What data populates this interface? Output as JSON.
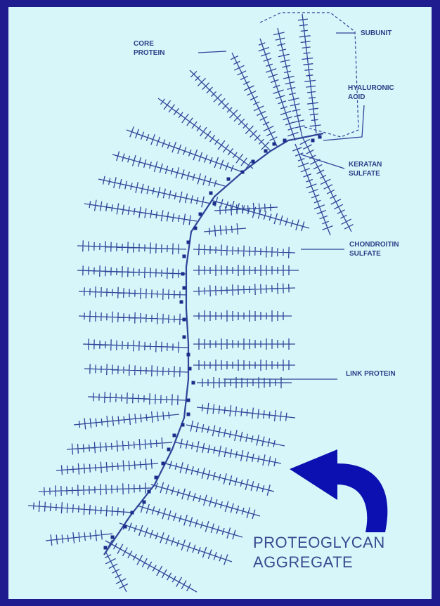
{
  "labels": {
    "core_protein_line1": "CORE",
    "core_protein_line2": "PROTEIN",
    "subunit": "SUBUNIT",
    "hyaluronic_line1": "HYALURONIC",
    "hyaluronic_line2": "ACID",
    "keratan_line1": "KERATAN",
    "keratan_line2": "SULFATE",
    "chondroitin_line1": "CHONDROITIN",
    "chondroitin_line2": "SULFATE",
    "link_protein": "LINK PROTEIN",
    "title_line1": "PROTEOGLYCAN",
    "title_line2": "AGGREGATE"
  },
  "colors": {
    "frame": "#1e1c8f",
    "background": "#d6f6fa",
    "strands": "#2e4598",
    "arrow": "#0c10b0"
  }
}
